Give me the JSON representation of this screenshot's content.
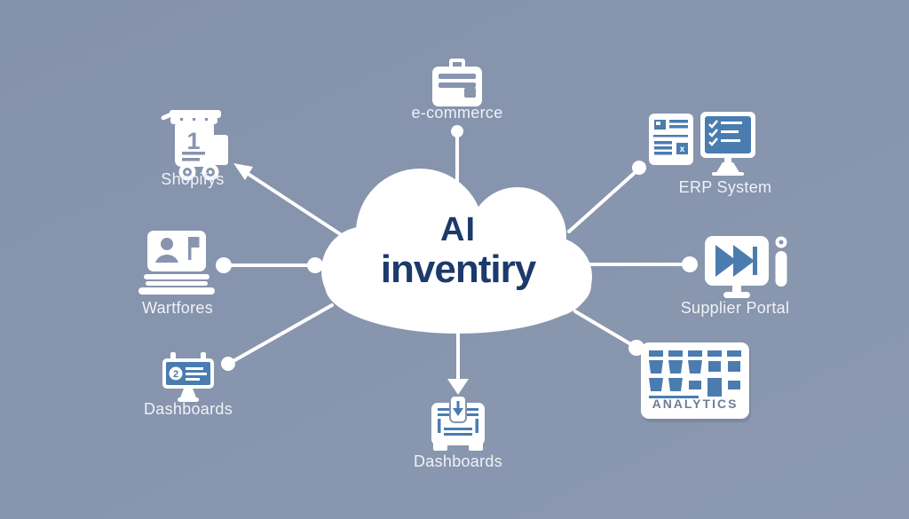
{
  "colors": {
    "background": "#8795ae",
    "cloud": "#ffffff",
    "title_text": "#1c3a6a",
    "icon_accent": "#4a7cb0",
    "label_text": "#f0f3f8",
    "analytics_text": "#6f7d96"
  },
  "cloud": {
    "title_line1": "AI",
    "title_line2": "inventiry"
  },
  "nodes": {
    "shopify": {
      "label": "Shopifys",
      "icon": "market-cart-icon",
      "connector": "arrow-from-cloud"
    },
    "ecommerce": {
      "label": "e-commerce",
      "icon": "briefcase-icon",
      "connector": "line-with-dot"
    },
    "erp": {
      "label": "ERP System",
      "icon": "form-card-icon, checklist-monitor-icon",
      "connector": "line-with-dot"
    },
    "warehouses": {
      "label": "Wartfores",
      "icon": "laptop-person-flag-icon",
      "connector": "line-with-two-dots"
    },
    "supplier_portal": {
      "label": "Supplier Portal",
      "icon": "monitor-fast-forward-icon, info-icon",
      "connector": "line-with-dot"
    },
    "dashboards_left": {
      "label": "Dashboards",
      "icon": "presentation-board-icon",
      "connector": "line-with-dot"
    },
    "analytics": {
      "label": "ANALYTICS",
      "icon": "analytics-table-card-icon",
      "connector": "line-with-dot"
    },
    "dashboards_bottom": {
      "label": "Dashboards",
      "icon": "machine-download-icon",
      "connector": "arrow-from-cloud"
    }
  }
}
